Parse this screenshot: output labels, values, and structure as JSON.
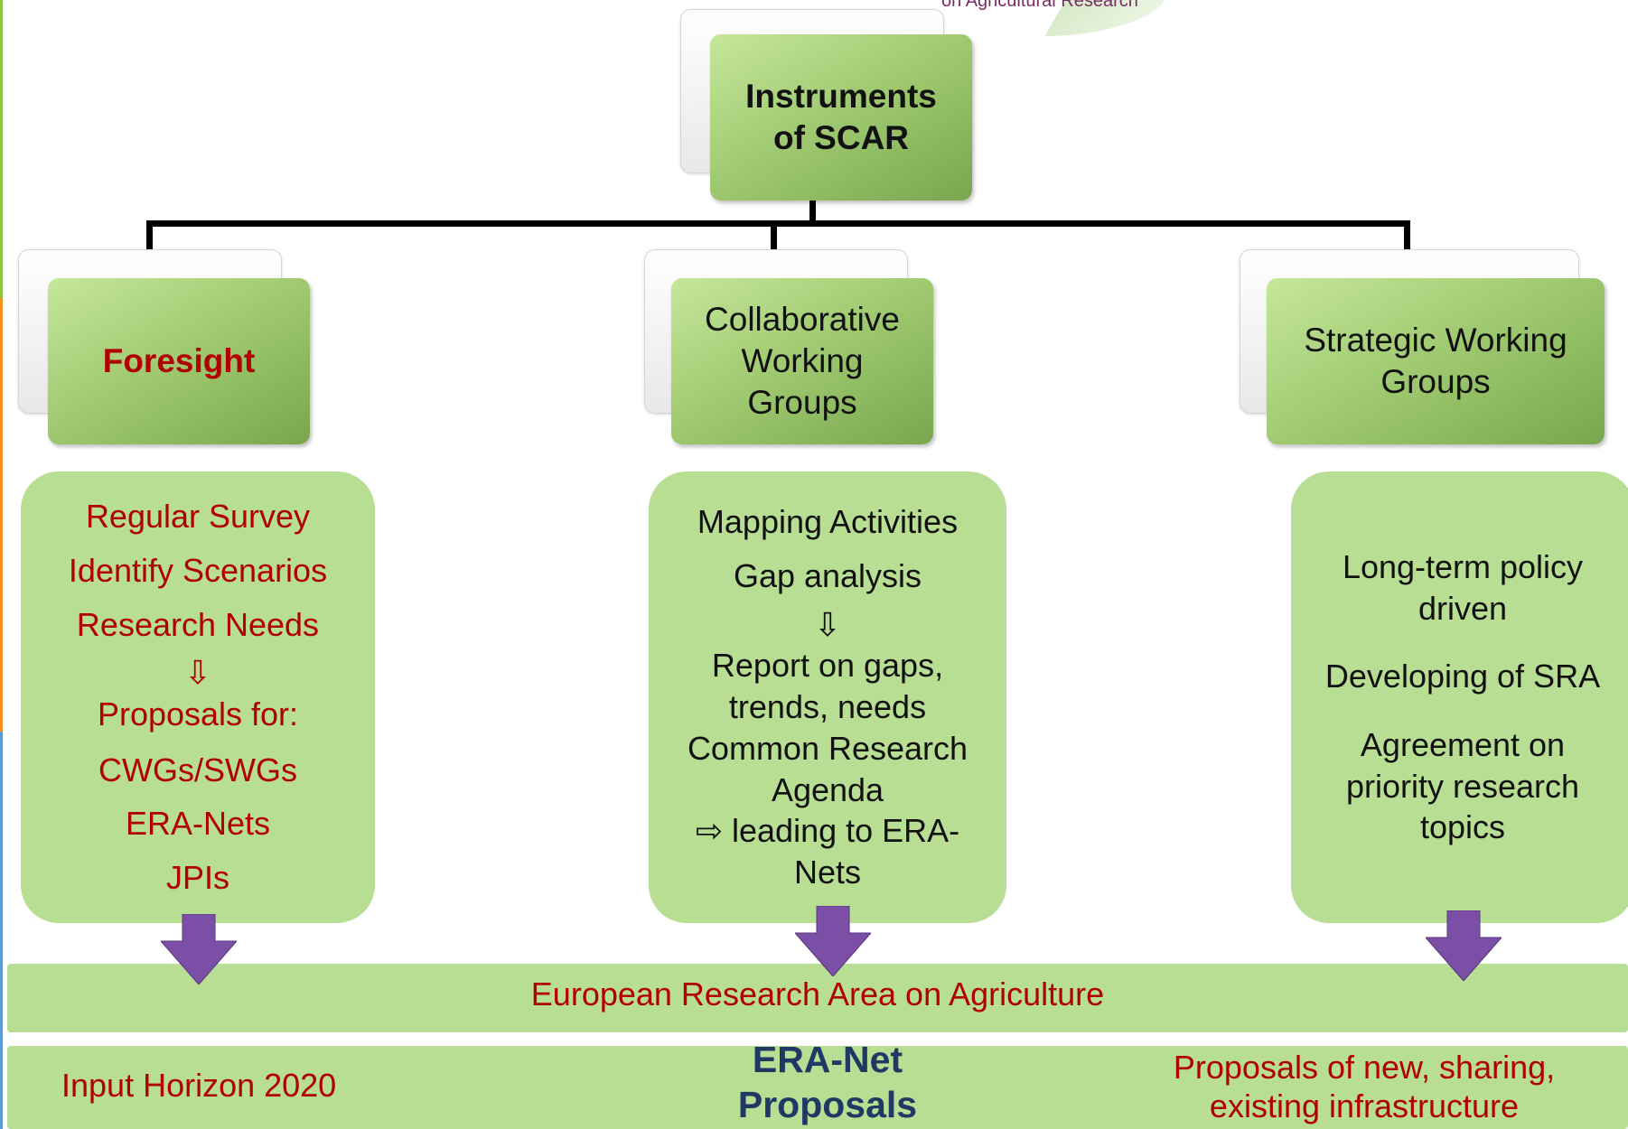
{
  "logo": {
    "text": "on Agricultural Research"
  },
  "root": {
    "lines": [
      "Instruments",
      "of SCAR"
    ]
  },
  "groups": [
    {
      "title_lines": [
        "Foresight"
      ]
    },
    {
      "title_lines": [
        "Collaborative",
        "Working",
        "Groups"
      ]
    },
    {
      "title_lines": [
        "Strategic Working",
        "Groups"
      ]
    }
  ],
  "panels": {
    "foresight": [
      "Regular Survey",
      "Identify Scenarios",
      "Research Needs",
      "⇩",
      "Proposals for:",
      "CWGs/SWGs",
      "ERA-Nets",
      "JPIs"
    ],
    "cwg": [
      "Mapping Activities",
      "Gap analysis",
      "⇩",
      "Report on gaps,",
      "trends, needs",
      "Common Research",
      "Agenda",
      "⇨ leading to ERA-",
      "Nets"
    ],
    "swg": [
      "Long-term policy",
      "driven",
      "Developing of SRA",
      "Agreement on",
      "priority research",
      "topics"
    ]
  },
  "bands": {
    "era_agriculture": "European Research Area on Agriculture",
    "input_horizon": "Input Horizon 2020",
    "era_net_lines": [
      "ERA-Net",
      "Proposals"
    ],
    "infrastructure_lines": [
      "Proposals of new, sharing,",
      "existing infrastructure"
    ]
  },
  "colors": {
    "panel_green": "#b8de93",
    "box_green": "#9ac56b",
    "accent_red": "#b10000",
    "arrow_purple": "#7b4fa5",
    "title_navy": "#1f3864"
  }
}
